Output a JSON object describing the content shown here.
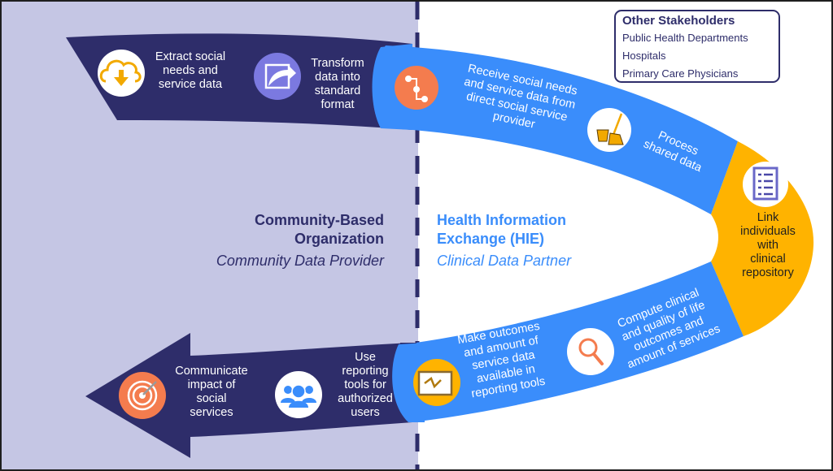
{
  "colors": {
    "community_panel": "#c5c6e4",
    "navy": "#2e2d6a",
    "blue": "#3a8dfb",
    "gold": "#ffb300",
    "orange": "#f47c4e",
    "purple": "#7b79e0"
  },
  "organizations": {
    "community": {
      "title_line1": "Community-Based",
      "title_line2": "Organization",
      "subtitle": "Community Data Provider"
    },
    "hie": {
      "title_line1": "Health Information",
      "title_line2": "Exchange (HIE)",
      "subtitle": "Clinical Data Partner"
    }
  },
  "stakeholders": {
    "title": "Other Stakeholders",
    "items": [
      "Public Health Departments",
      "Hospitals",
      "Primary Care Physicians"
    ]
  },
  "steps": [
    {
      "icon": "cloud-download-icon",
      "lines": [
        "Extract social",
        "needs and",
        "service data"
      ]
    },
    {
      "icon": "transform-arrow-icon",
      "lines": [
        "Transform",
        "data into",
        "standard",
        "format"
      ]
    },
    {
      "icon": "route-icon",
      "lines": [
        "Receive social needs",
        "and service data from",
        "direct social service",
        "provider"
      ]
    },
    {
      "icon": "broom-bucket-icon",
      "lines": [
        "Process",
        "shared data"
      ]
    },
    {
      "icon": "checklist-icon",
      "lines": [
        "Link",
        "individuals",
        "with",
        "clinical",
        "repository"
      ]
    },
    {
      "icon": "magnifier-icon",
      "lines": [
        "Compute clinical",
        "and quality of life",
        "outcomes and",
        "amount of services"
      ]
    },
    {
      "icon": "dashboard-tablet-icon",
      "lines": [
        "Make outcomes",
        "and amount of",
        "service data",
        "available in",
        "reporting tools"
      ]
    },
    {
      "icon": "user-search-icon",
      "lines": [
        "Use",
        "reporting",
        "tools for",
        "authorized",
        "users"
      ]
    },
    {
      "icon": "target-icon",
      "lines": [
        "Communicate",
        "impact of",
        "social",
        "services"
      ]
    }
  ]
}
